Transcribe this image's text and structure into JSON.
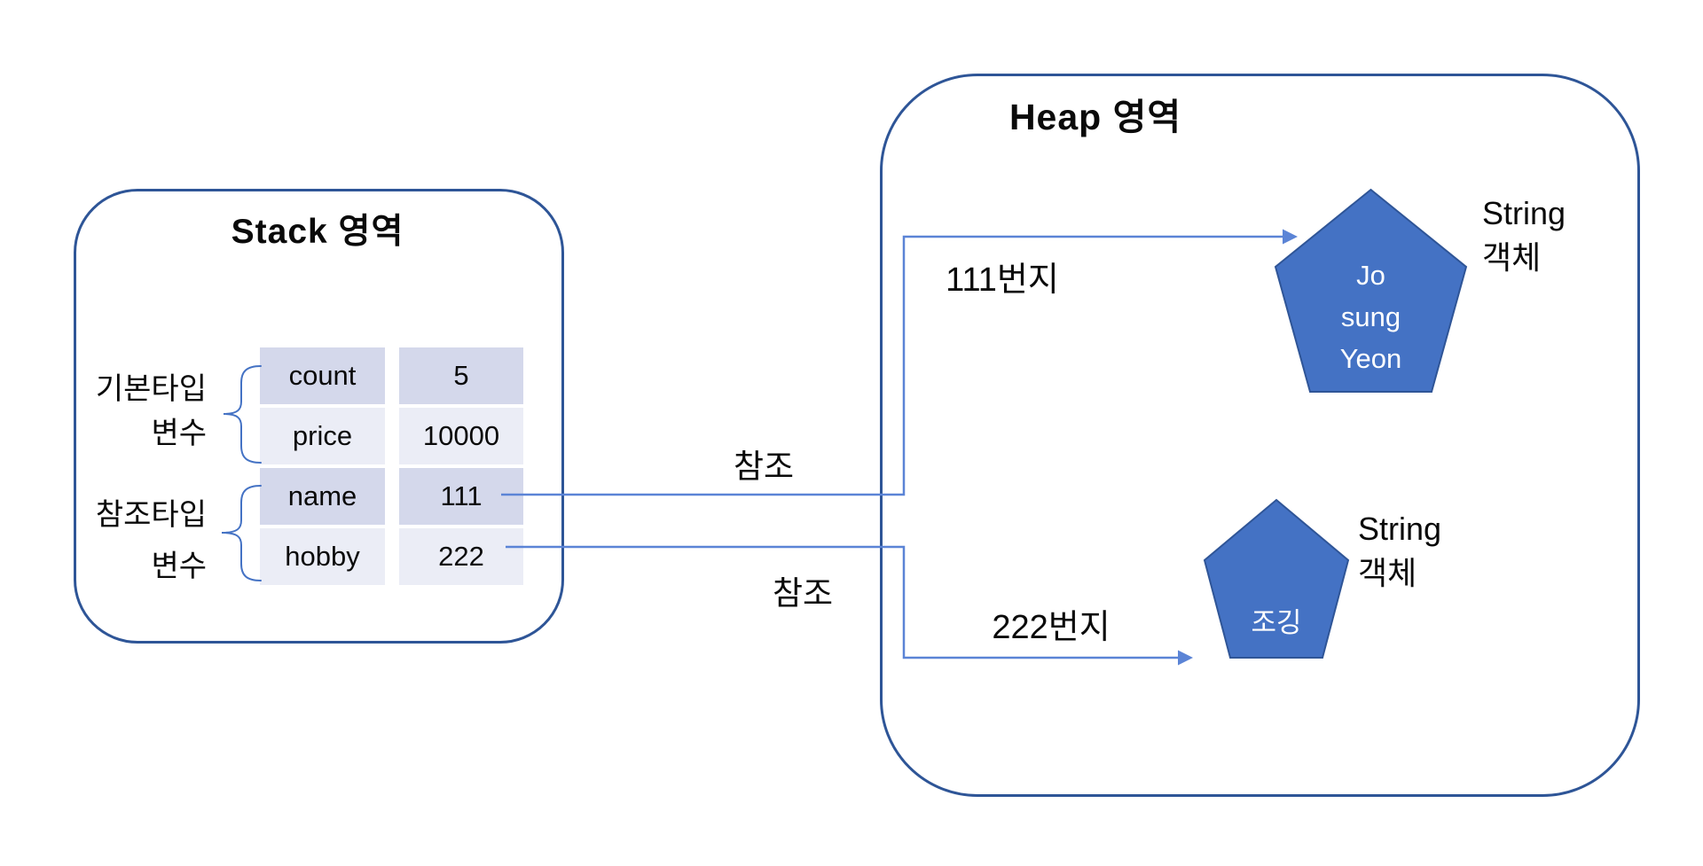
{
  "diagram": {
    "stack": {
      "title": "Stack 영역",
      "variable_groups": [
        {
          "label_lines": [
            "기본타입",
            "변수"
          ]
        },
        {
          "label_lines": [
            "참조타입",
            "변수"
          ]
        }
      ],
      "variables": [
        {
          "name": "count",
          "value": "5"
        },
        {
          "name": "price",
          "value": "10000"
        },
        {
          "name": "name",
          "value": "111"
        },
        {
          "name": "hobby",
          "value": "222"
        }
      ]
    },
    "heap": {
      "title": "Heap 영역",
      "objects": [
        {
          "content_lines": [
            "Jo",
            "sung",
            "Yeon"
          ],
          "type_lines": [
            "String",
            "객체"
          ]
        },
        {
          "content_lines": [
            "조깅"
          ],
          "type_lines": [
            "String",
            "객체"
          ]
        }
      ]
    },
    "references": [
      {
        "from_variable": "name",
        "label": "참조",
        "address_label": "111번지"
      },
      {
        "from_variable": "hobby",
        "label": "참조",
        "address_label": "222번지"
      }
    ],
    "colors": {
      "region_border": "#2E5597",
      "connector_blue": "#5B84D6",
      "brace_blue": "#4472C4",
      "pentagon_fill": "#4472C4",
      "pentagon_border": "#2F5597",
      "table_row_dark": "#D4D8EB",
      "table_row_light": "#EBEDF6",
      "text_black": "#111111",
      "pentagon_text": "#FFFFFF"
    }
  }
}
